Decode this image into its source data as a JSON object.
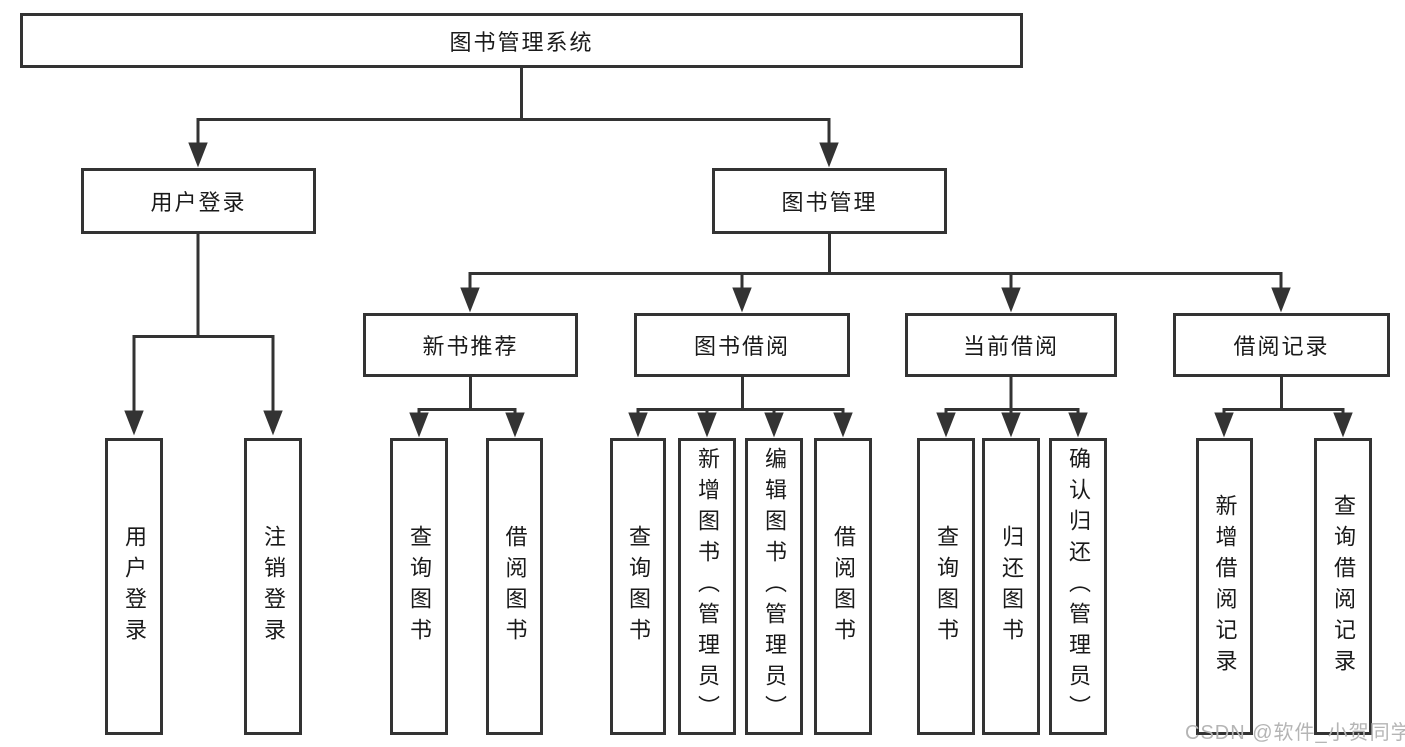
{
  "diagram": {
    "root": {
      "label": "图书管理系统"
    },
    "level2": {
      "user_login": {
        "label": "用户登录"
      },
      "book_management": {
        "label": "图书管理"
      }
    },
    "level3": {
      "new_book_recommend": {
        "label": "新书推荐"
      },
      "book_borrowing": {
        "label": "图书借阅"
      },
      "current_borrowing": {
        "label": "当前借阅"
      },
      "borrowing_records": {
        "label": "借阅记录"
      }
    },
    "leaves": {
      "user_login": {
        "label": "用户登录"
      },
      "logout": {
        "label": "注销登录"
      },
      "recommend_query_books": {
        "label": "查询图书"
      },
      "recommend_borrow_books": {
        "label": "借阅图书"
      },
      "borrow_query_books": {
        "label": "查询图书"
      },
      "borrow_add_books": {
        "label": "新增图书（管理员）"
      },
      "borrow_edit_books": {
        "label": "编辑图书（管理员）"
      },
      "borrow_borrow_books": {
        "label": "借阅图书"
      },
      "current_query_books": {
        "label": "查询图书"
      },
      "current_return_books": {
        "label": "归还图书"
      },
      "current_confirm_return": {
        "label": "确认归还（管理员）"
      },
      "records_add_record": {
        "label": "新增借阅记录"
      },
      "records_query_record": {
        "label": "查询借阅记录"
      }
    }
  },
  "watermark": {
    "text": "CSDN @软件_小贺同学"
  },
  "colors": {
    "line": "#333333",
    "text": "#1a1a1a",
    "background": "#ffffff",
    "watermark": "#b5b5b5"
  }
}
